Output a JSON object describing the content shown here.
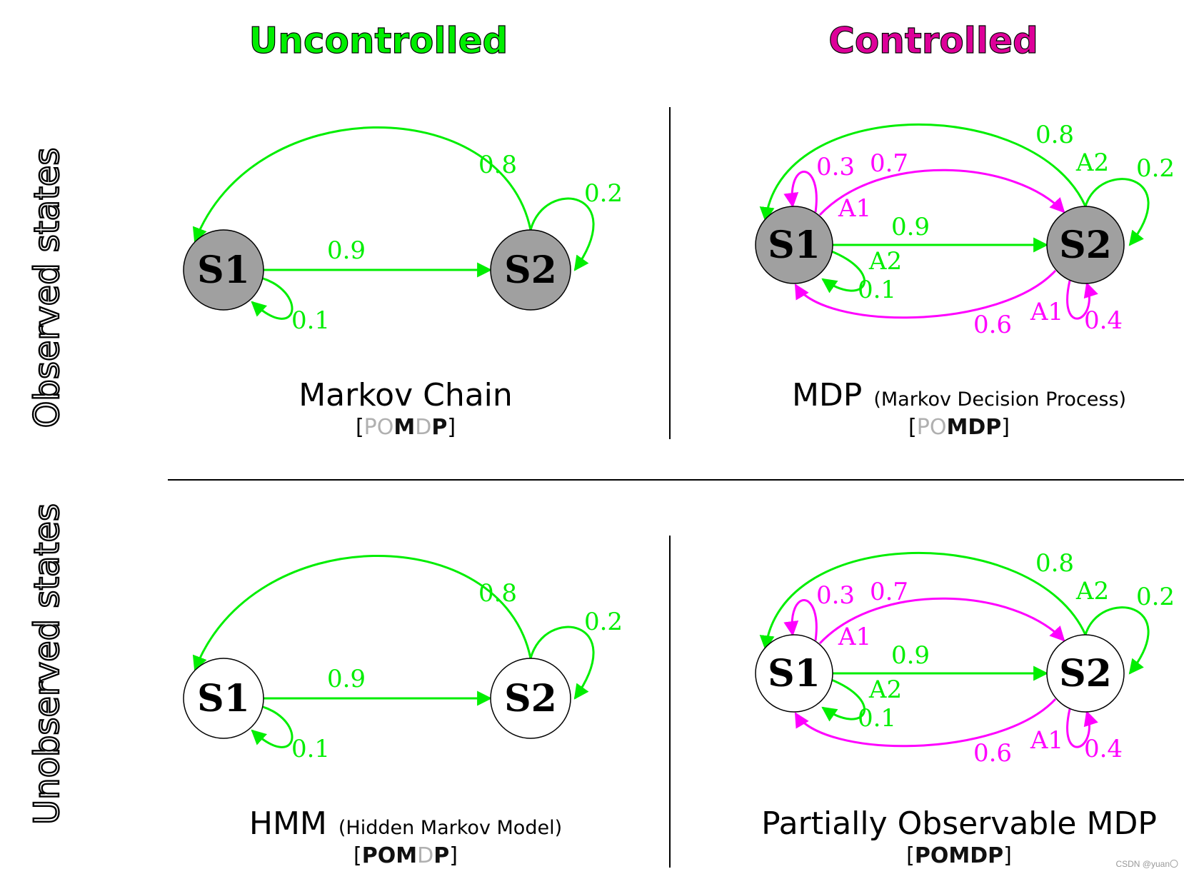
{
  "columns": {
    "uncontrolled": "Uncontrolled",
    "controlled": "Controlled"
  },
  "rows": {
    "observed": "Observed states",
    "unobserved": "Unobserved states"
  },
  "states": {
    "s1": "S1",
    "s2": "S2"
  },
  "colors": {
    "green": "#00ee00",
    "magenta": "#ff00ff",
    "node_observed": "#a0a0a0",
    "node_unobserved": "#ffffff",
    "letter_dim": "#b0b0b0",
    "letter_active": "#111111"
  },
  "panels": [
    {
      "id": "markov-chain",
      "title": "Markov Chain",
      "subtitle": "",
      "observed": true,
      "controlled": false,
      "acronym": [
        {
          "letter": "P",
          "active": false
        },
        {
          "letter": "O",
          "active": false
        },
        {
          "letter": "M",
          "active": true
        },
        {
          "letter": "D",
          "active": false
        },
        {
          "letter": "P",
          "active": true
        }
      ],
      "labels": {
        "p12": "0.9",
        "p11": "0.1",
        "p21": "0.8",
        "p22": "0.2"
      }
    },
    {
      "id": "mdp",
      "title": "MDP",
      "subtitle": "(Markov Decision Process)",
      "observed": true,
      "controlled": true,
      "acronym": [
        {
          "letter": "P",
          "active": false
        },
        {
          "letter": "O",
          "active": false
        },
        {
          "letter": "M",
          "active": true
        },
        {
          "letter": "D",
          "active": true
        },
        {
          "letter": "P",
          "active": true
        }
      ],
      "labels": {
        "a1_self": "0.3",
        "a1_12": "0.7",
        "a1_12_action": "A1",
        "a2_12": "0.9",
        "a2_11": "0.1",
        "a2_11_action": "A2",
        "a2_21": "0.8",
        "a2_22": "0.2",
        "a2_2_action": "A2",
        "a1_21": "0.6",
        "a1_22": "0.4",
        "a1_2_action": "A1"
      }
    },
    {
      "id": "hmm",
      "title": "HMM",
      "subtitle": "(Hidden Markov Model)",
      "observed": false,
      "controlled": false,
      "acronym": [
        {
          "letter": "P",
          "active": true
        },
        {
          "letter": "O",
          "active": true
        },
        {
          "letter": "M",
          "active": true
        },
        {
          "letter": "D",
          "active": false
        },
        {
          "letter": "P",
          "active": true
        }
      ],
      "labels": {
        "p12": "0.9",
        "p11": "0.1",
        "p21": "0.8",
        "p22": "0.2"
      }
    },
    {
      "id": "pomdp",
      "title": "Partially Observable MDP",
      "subtitle": "",
      "observed": false,
      "controlled": true,
      "acronym": [
        {
          "letter": "P",
          "active": true
        },
        {
          "letter": "O",
          "active": true
        },
        {
          "letter": "M",
          "active": true
        },
        {
          "letter": "D",
          "active": true
        },
        {
          "letter": "P",
          "active": true
        }
      ],
      "labels": {
        "a1_self": "0.3",
        "a1_12": "0.7",
        "a1_12_action": "A1",
        "a2_12": "0.9",
        "a2_11": "0.1",
        "a2_11_action": "A2",
        "a2_21": "0.8",
        "a2_22": "0.2",
        "a2_2_action": "A2",
        "a1_21": "0.6",
        "a1_22": "0.4",
        "a1_2_action": "A1"
      }
    }
  ],
  "watermark": "CSDN @yuan〇"
}
